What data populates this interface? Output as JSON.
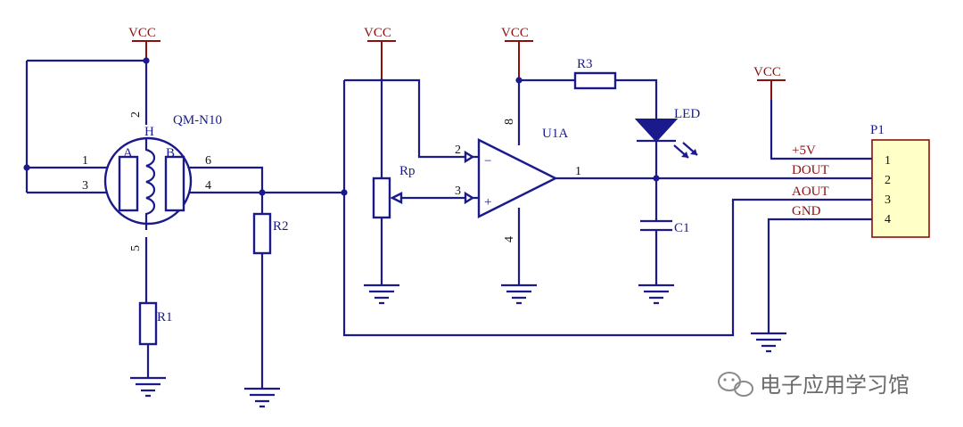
{
  "power": {
    "vcc": "VCC"
  },
  "sensor": {
    "name": "QM-N10",
    "heater_label": "H",
    "electrode_a": "A",
    "electrode_b": "B",
    "pins": {
      "p1": "1",
      "p2": "2",
      "p3": "3",
      "p4": "4",
      "p5": "5",
      "p6": "6"
    }
  },
  "resistors": {
    "r1": "R1",
    "r2": "R2",
    "r3": "R3"
  },
  "potentiometer": {
    "label": "Rp"
  },
  "opamp": {
    "label": "U1A",
    "pin_inv": "2",
    "pin_noninv": "3",
    "pin_out": "1",
    "pin_vcc": "8",
    "pin_gnd": "4",
    "minus": "−",
    "plus": "+"
  },
  "led": {
    "label": "LED"
  },
  "capacitor": {
    "label": "C1"
  },
  "header": {
    "label": "P1",
    "pins": [
      "1",
      "2",
      "3",
      "4"
    ],
    "signals": [
      "+5V",
      "DOUT",
      "AOUT",
      "GND"
    ]
  },
  "colors": {
    "wire": "#1a1a8c",
    "power": "#8a1010",
    "header_fill": "#ffffc8"
  },
  "watermark": {
    "text": "电子应用学习馆"
  }
}
